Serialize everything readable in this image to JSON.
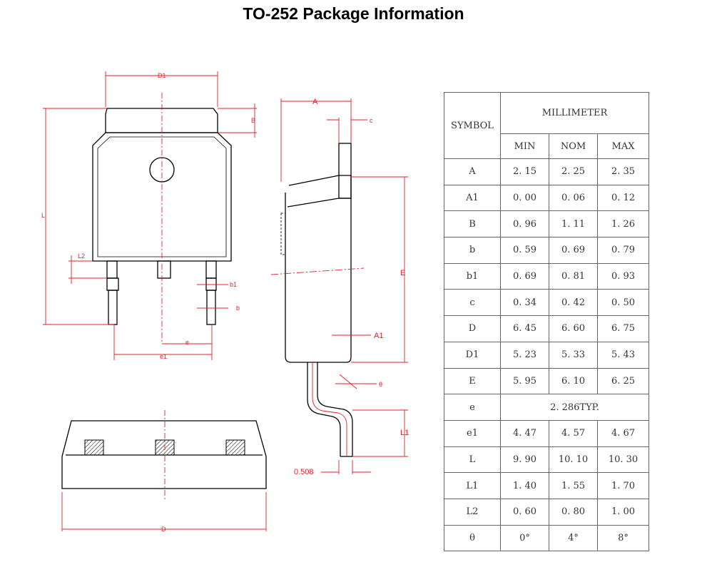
{
  "title": "TO-252 Package Information",
  "drawing_labels": {
    "D1": "D1",
    "B": "B",
    "L": "L",
    "L2": "L2",
    "b1": "b1",
    "b": "b",
    "e": "e",
    "e1": "e1",
    "D": "D",
    "A": "A",
    "c": "c",
    "E": "E",
    "A1": "A1",
    "theta": "θ",
    "L1": "L1",
    "offset": "0.508"
  },
  "table": {
    "symbol_header": "SYMBOL",
    "unit_header": "MILLIMETER",
    "col_headers": [
      "MIN",
      "NOM",
      "MAX"
    ],
    "rows": [
      {
        "symbol": "A",
        "min": "2. 15",
        "nom": "2. 25",
        "max": "2. 35"
      },
      {
        "symbol": "A1",
        "min": "0. 00",
        "nom": "0. 06",
        "max": "0. 12"
      },
      {
        "symbol": "B",
        "min": "0. 96",
        "nom": "1. 11",
        "max": "1. 26"
      },
      {
        "symbol": "b",
        "min": "0. 59",
        "nom": "0. 69",
        "max": "0. 79"
      },
      {
        "symbol": "b1",
        "min": "0. 69",
        "nom": "0. 81",
        "max": "0. 93"
      },
      {
        "symbol": "c",
        "min": "0. 34",
        "nom": "0. 42",
        "max": "0. 50"
      },
      {
        "symbol": "D",
        "min": "6. 45",
        "nom": "6. 60",
        "max": "6. 75"
      },
      {
        "symbol": "D1",
        "min": "5. 23",
        "nom": "5. 33",
        "max": "5. 43"
      },
      {
        "symbol": "E",
        "min": "5. 95",
        "nom": "6. 10",
        "max": "6. 25"
      },
      {
        "symbol": "e",
        "typ": "2. 286TYP."
      },
      {
        "symbol": "e1",
        "min": "4. 47",
        "nom": "4. 57",
        "max": "4. 67"
      },
      {
        "symbol": "L",
        "min": "9. 90",
        "nom": "10. 10",
        "max": "10. 30"
      },
      {
        "symbol": "L1",
        "min": "1. 40",
        "nom": "1. 55",
        "max": "1. 70"
      },
      {
        "symbol": "L2",
        "min": "0. 60",
        "nom": "0. 80",
        "max": "1. 00"
      },
      {
        "symbol": "θ",
        "min": "0°",
        "nom": "4°",
        "max": "8°"
      }
    ]
  }
}
